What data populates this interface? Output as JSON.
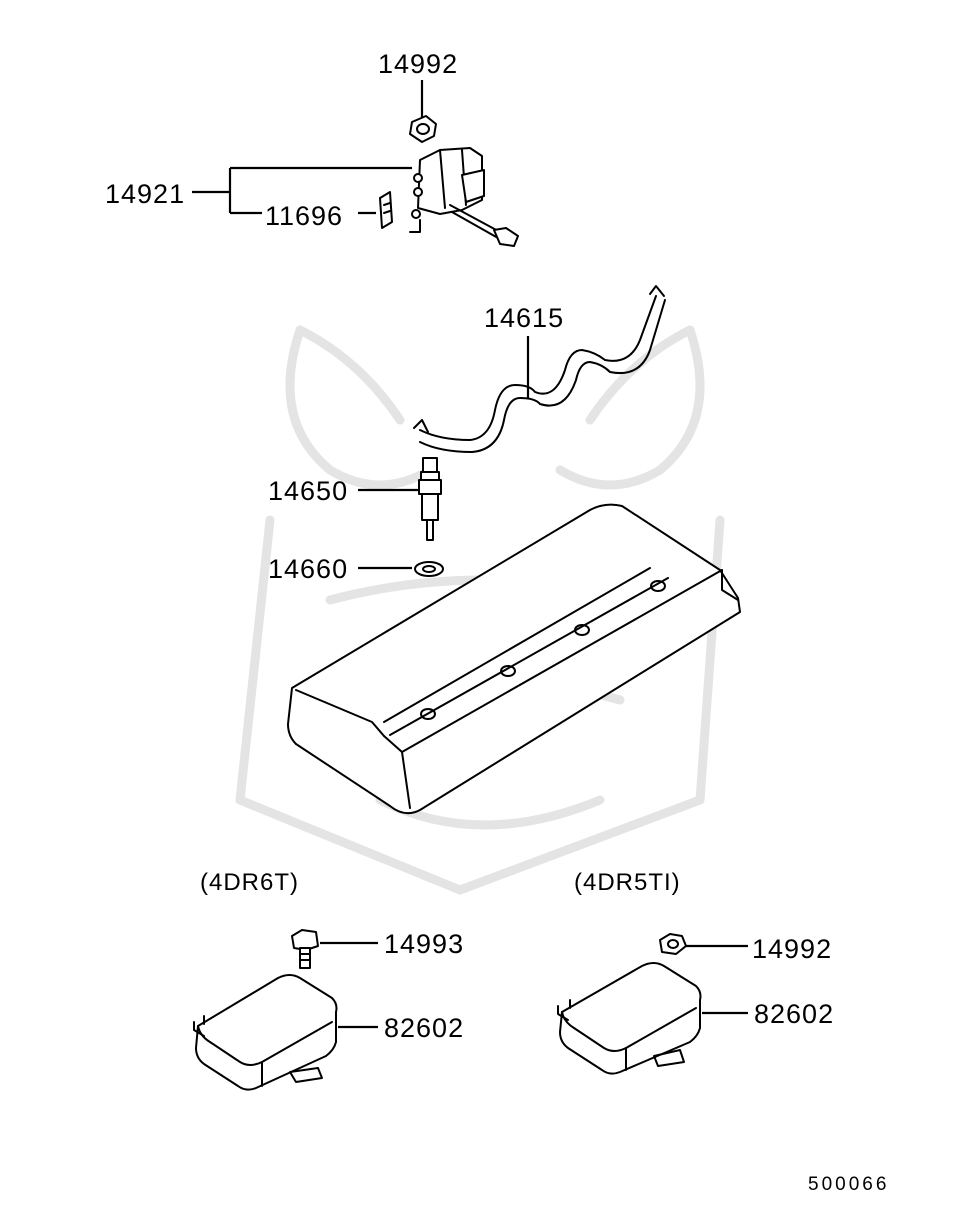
{
  "labels": {
    "p14992_top": "14992",
    "p14921": "14921",
    "p11696": "11696",
    "p14615": "14615",
    "p14650": "14650",
    "p14660": "14660",
    "p14993": "14993",
    "p82602_left": "82602",
    "p14992_right": "14992",
    "p82602_right": "82602"
  },
  "variants": {
    "left": "(4DR6T)",
    "right": "(4DR5TI)"
  },
  "diagram_code": "500066"
}
